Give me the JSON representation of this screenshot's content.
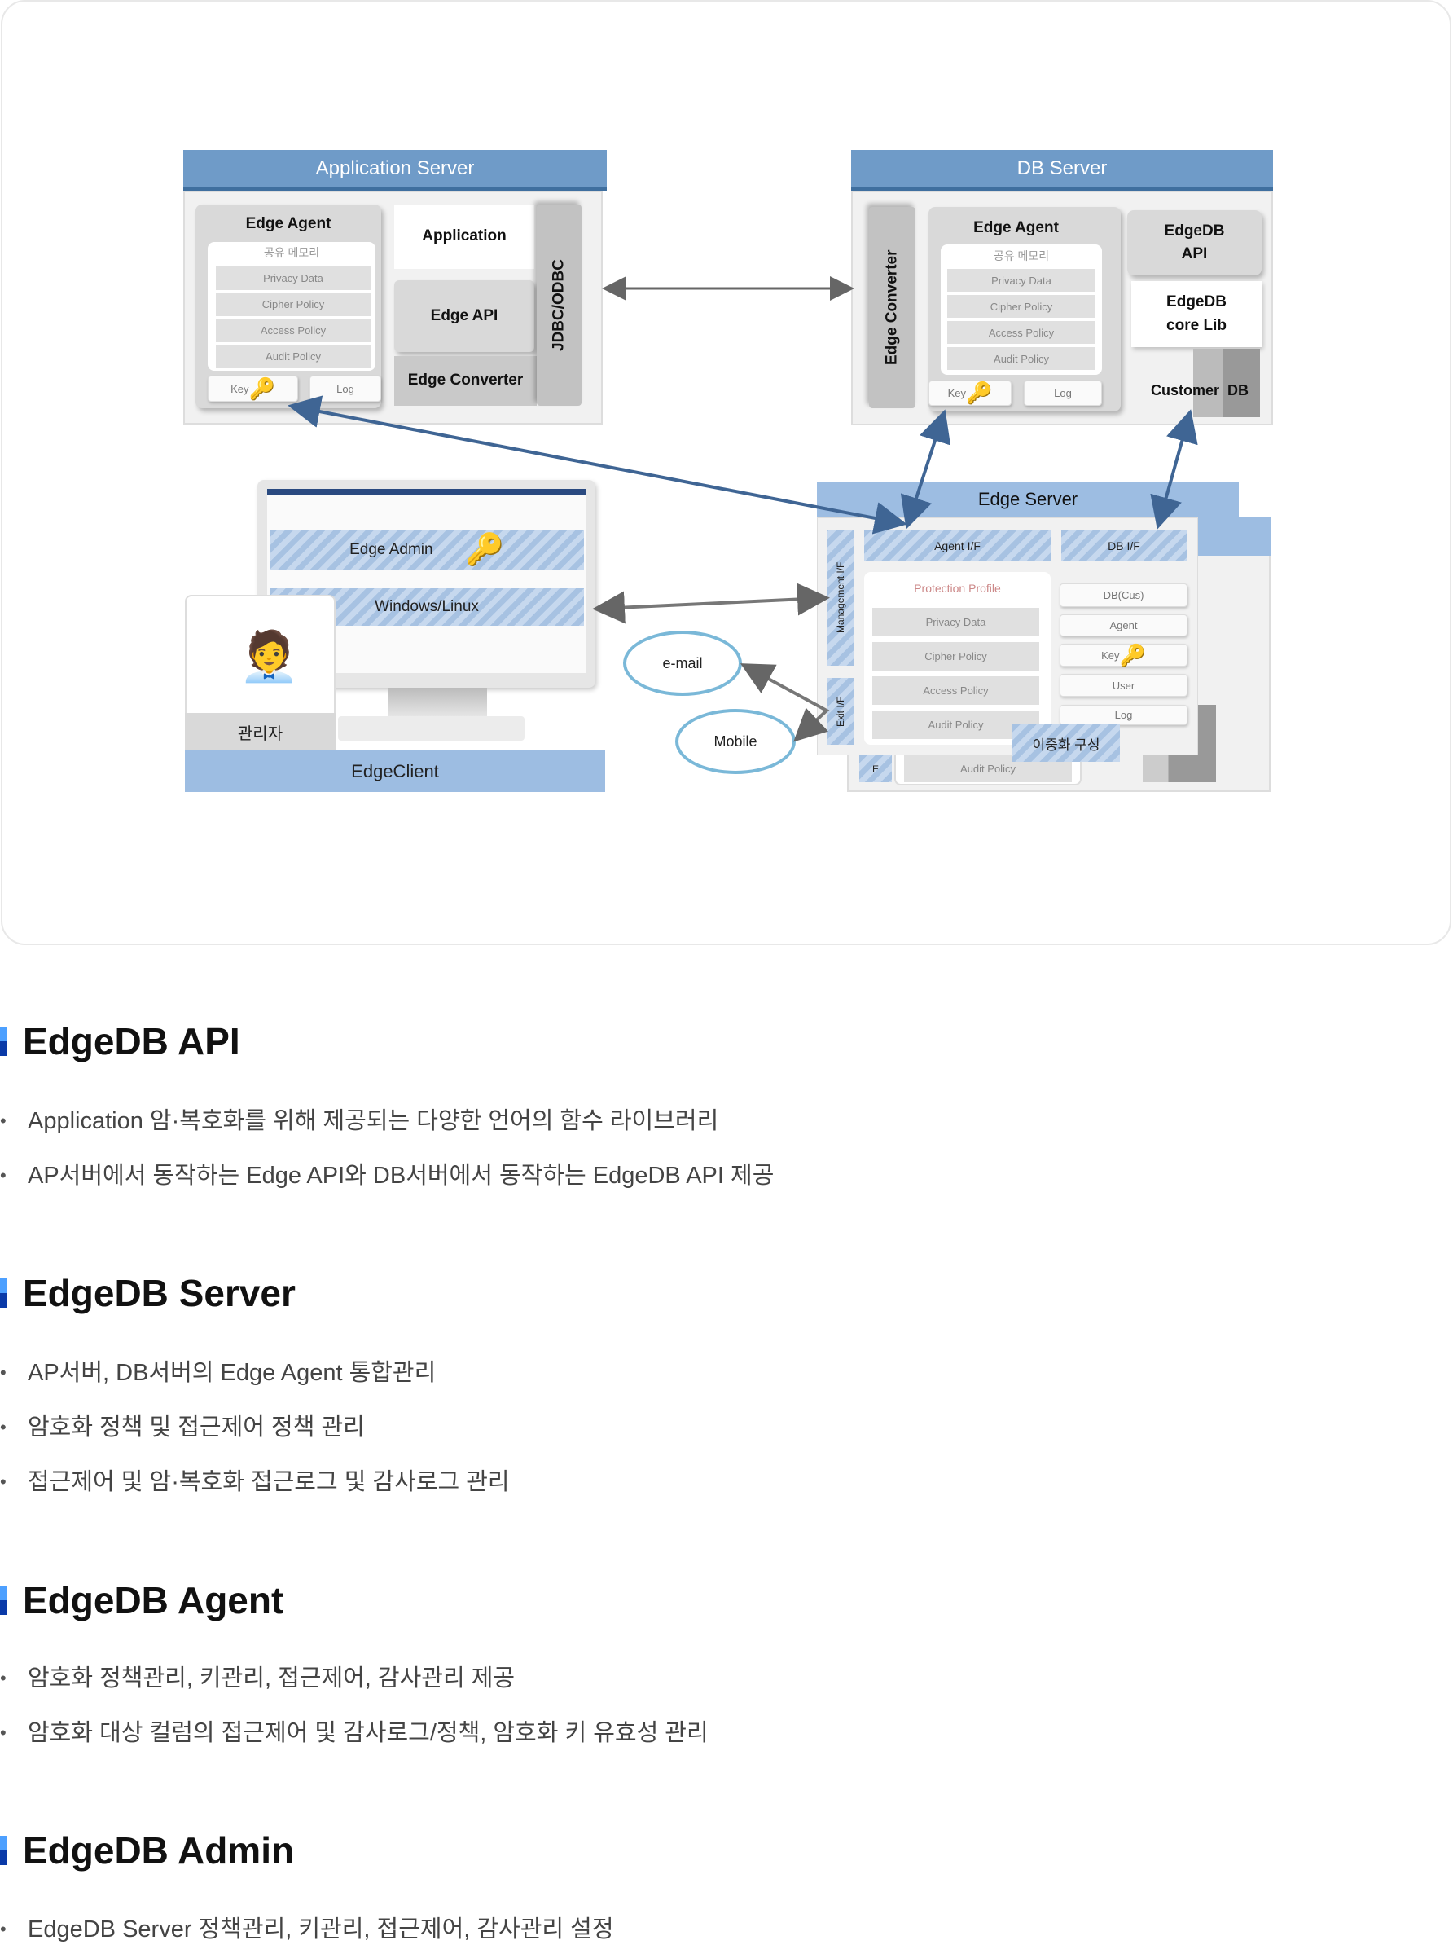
{
  "diagram": {
    "app_server": {
      "title": "Application Server",
      "agent_title": "Edge Agent",
      "shared_memory": "공유 메모리",
      "rows": [
        "Privacy Data",
        "Cipher Policy",
        "Access Policy",
        "Audit Policy"
      ],
      "key": "Key",
      "log": "Log",
      "application": "Application",
      "edge_api": "Edge API",
      "edge_converter": "Edge Converter",
      "jdbc": "JDBC/ODBC"
    },
    "db_server": {
      "title": "DB Server",
      "edge_converter": "Edge Converter",
      "agent_title": "Edge Agent",
      "shared_memory": "공유 메모리",
      "rows": [
        "Privacy Data",
        "Cipher Policy",
        "Access Policy",
        "Audit Policy"
      ],
      "key": "Key",
      "log": "Log",
      "edgedb_api": "EdgeDB API",
      "core_lib": "EdgeDB core Lib",
      "customer_db": "Customer  DB"
    },
    "edge_server": {
      "title": "Edge Server",
      "agent_if": "Agent I/F",
      "db_if": "DB I/F",
      "management_if": "Management I/F",
      "exit_if": "Exit I/F",
      "protection_profile": "Protection Profile",
      "rows": [
        "Privacy Data",
        "Cipher Policy",
        "Access Policy",
        "Audit Policy"
      ],
      "right_rows": [
        "DB(Cus)",
        "Agent",
        "Key",
        "User",
        "Log"
      ],
      "redundancy": "이중화 구성",
      "back_audit": "Audit Policy",
      "back_e": "E"
    },
    "client": {
      "edge_admin": "Edge Admin",
      "os": "Windows/Linux",
      "admin": "관리자",
      "edge_client": "EdgeClient",
      "email": "e-mail",
      "mobile": "Mobile"
    }
  },
  "sections": [
    {
      "title": "EdgeDB API",
      "bullets": [
        "Application 암·복호화를 위해 제공되는 다양한 언어의 함수 라이브러리",
        "AP서버에서 동작하는 Edge API와 DB서버에서 동작하는 EdgeDB API 제공"
      ]
    },
    {
      "title": "EdgeDB Server",
      "bullets": [
        "AP서버, DB서버의 Edge Agent 통합관리",
        "암호화 정책 및 접근제어 정책 관리",
        "접근제어 및 암·복호화 접근로그 및 감사로그 관리"
      ]
    },
    {
      "title": "EdgeDB Agent",
      "bullets": [
        "암호화 정책관리, 키관리, 접근제어, 감사관리 제공",
        "암호화 대상 컬럼의 접근제어 및 감사로그/정책, 암호화 키 유효성 관리"
      ]
    },
    {
      "title": "EdgeDB Admin",
      "bullets": [
        "EdgeDB Server 정책관리, 키관리, 접근제어, 감사관리 설정"
      ]
    }
  ]
}
